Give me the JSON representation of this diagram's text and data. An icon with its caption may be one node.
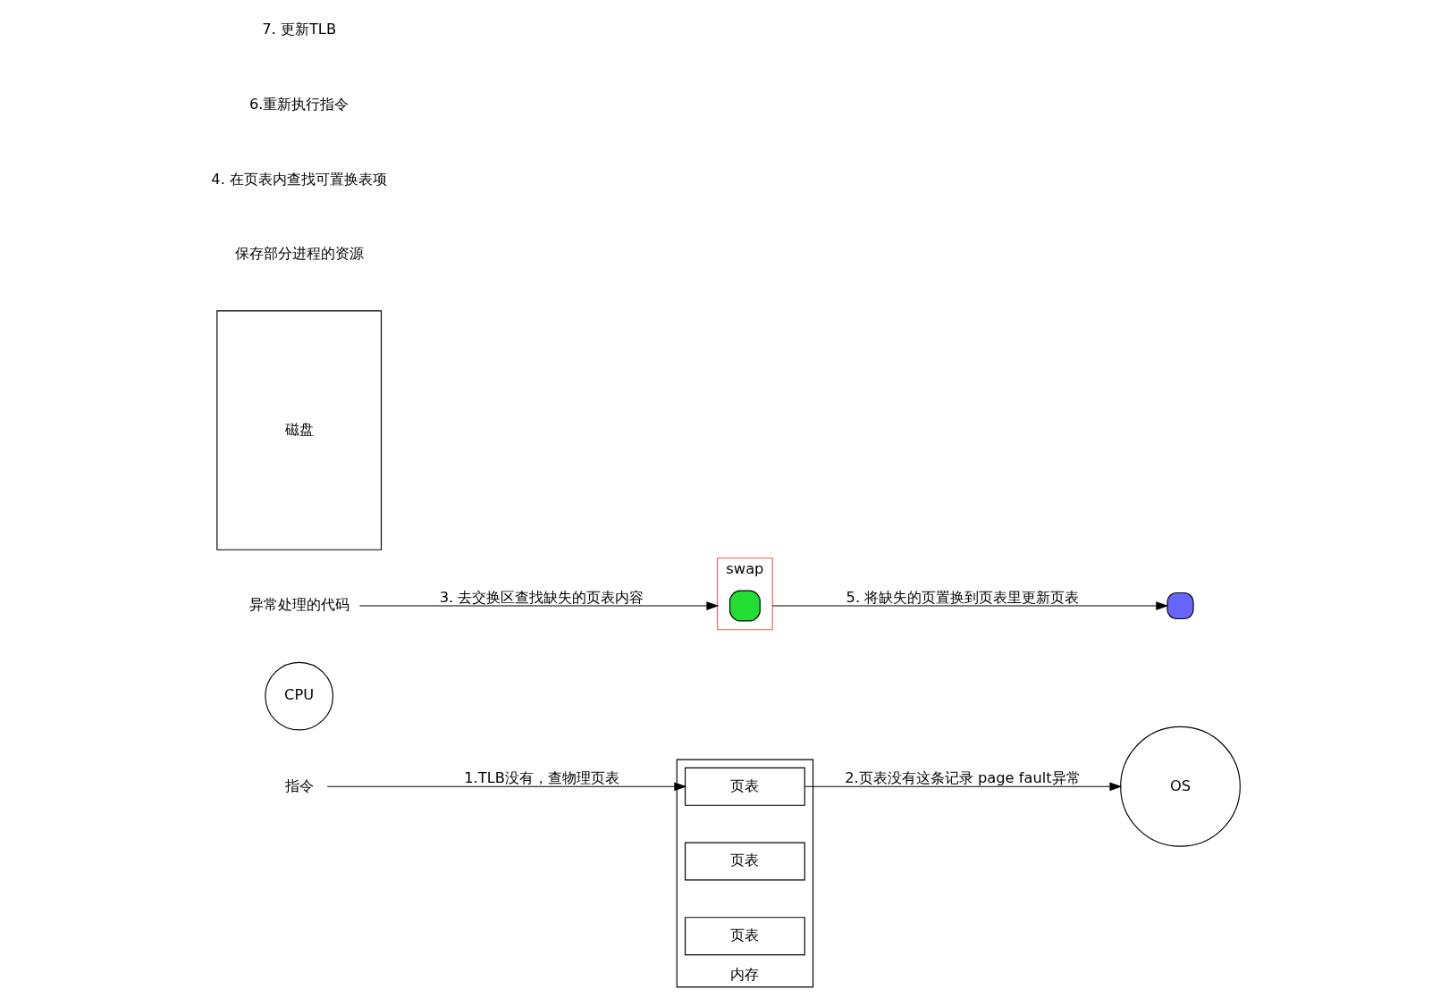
{
  "diagram": {
    "nodes": [
      {
        "text": [
          "OS"
        ]
      },
      {
        "text": [
          "CPU"
        ]
      },
      {
        "text": [
          "内存"
        ]
      },
      {
        "text": [
          "页表"
        ],
        "in": 2
      },
      {
        "text": [
          "页表"
        ],
        "in": 2
      },
      {
        "text": [
          "页表"
        ],
        "in": 2
      },
      {
        "text": [],
        "shape": "box"
      },
      {
        "text": [
          "磁盘"
        ]
      },
      {
        "text": [
          "swap"
        ]
      },
      {
        "text": [],
        "shape": "box",
        "in": 8
      },
      {
        "text": [
          "异常处理的代码"
        ]
      },
      {
        "text": [
          "指令"
        ]
      }
    ],
    "edges": [
      {
        "from": 11,
        "to": 3,
        "arrow": "to",
        "label": "1.TLB没有，查物理页表"
      },
      {
        "from": 3,
        "to": 0,
        "arrow": "to",
        "label": "2.页表没有这条记录 page fault异常"
      },
      {
        "from": 10,
        "to": 8,
        "arrow": "to",
        "label": "3. 去交换区查找缺失的页表内容"
      },
      {
        "from": 8,
        "to": 6,
        "arrow": "to",
        "label": "5. 将缺失的页置换到页表里更新页表"
      }
    ],
    "labels": [
      "保存部分进程的资源",
      "4. 在页表内查找可置换表项",
      "6.重新执行指令",
      "7. 更新TLB"
    ]
  }
}
